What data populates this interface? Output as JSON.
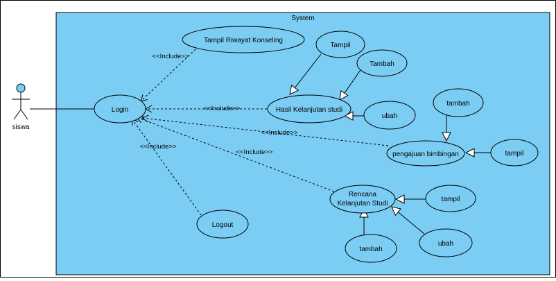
{
  "system": {
    "label": "System"
  },
  "actor": {
    "name": "siswa"
  },
  "use_cases": {
    "login": "Login",
    "tampil_riwayat": "Tampil Riwayat Konseling",
    "hasil_kelanjutan": "Hasil Kelanjutan studi",
    "pengajuan": "pengajuan bimbingan",
    "rencana_line1": "Rencana",
    "rencana_line2": "Kelanjutan Studi",
    "logout": "Logout",
    "hk_tampil": "Tampil",
    "hk_tambah": "Tambah",
    "hk_ubah": "ubah",
    "pb_tambah": "tambah",
    "pb_tampil": "tampil",
    "rk_tampil": "tampil",
    "rk_tambah": "tambah",
    "rk_ubah": "ubah"
  },
  "relations": {
    "include_riwayat": "<<Include>>",
    "include_hasil": "<<Include>>",
    "include_pengajuan": "<<Include>>",
    "include_rencana": "<<Include>>",
    "include_logout": "<<Include>>"
  },
  "colors": {
    "system_fill": "#7ccdf3",
    "use_case_fill": "#7ccdf3",
    "actor_head": "#7ccdf3",
    "stroke": "#000000"
  }
}
